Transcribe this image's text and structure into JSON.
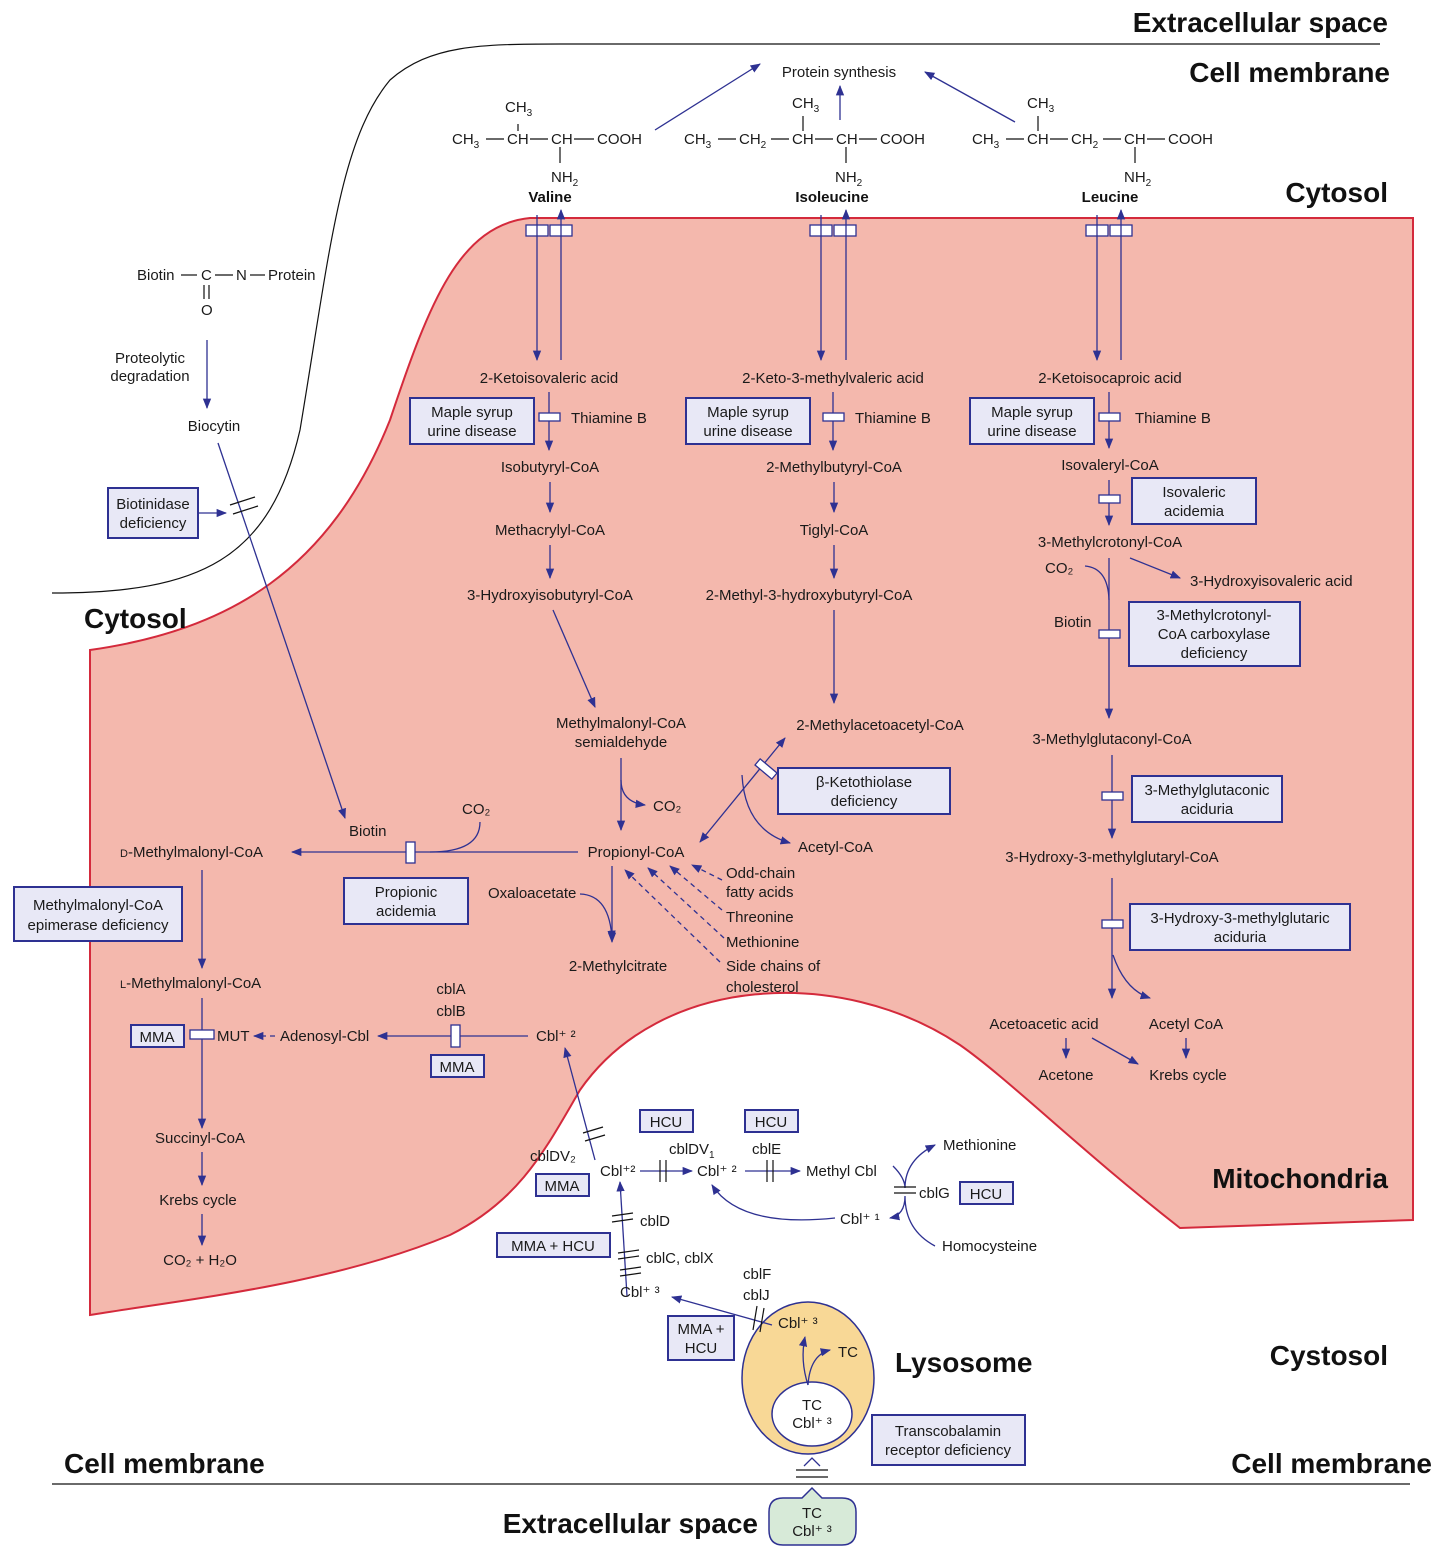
{
  "regions": {
    "extracellular_top": "Extracellular space",
    "cell_membrane_top": "Cell membrane",
    "cytosol_right": "Cytosol",
    "cytosol_left": "Cytosol",
    "mitochondria": "Mitochondria",
    "cystosol": "Cystosol",
    "lysosome": "Lysosome",
    "cell_membrane_left": "Cell membrane",
    "cell_membrane_right": "Cell membrane",
    "extracellular_bottom": "Extracellular space"
  },
  "amino_acids": {
    "protein_synthesis": "Protein synthesis",
    "valine": "Valine",
    "isoleucine": "Isoleucine",
    "leucine": "Leucine"
  },
  "biotin_path": {
    "biotin": "Biotin",
    "c": "C",
    "n": "N",
    "protein": "Protein",
    "o": "O",
    "proteolytic": [
      "Proteolytic",
      "degradation"
    ],
    "biocytin": "Biocytin",
    "biotinidase": [
      "Biotinidase",
      "deficiency"
    ]
  },
  "valine_path": {
    "keto": "2-Ketoisovaleric acid",
    "thiamine": "Thiamine B",
    "msud": [
      "Maple syrup",
      "urine disease"
    ],
    "isobutyryl": "Isobutyryl-CoA",
    "methacrylyl": "Methacrylyl-CoA",
    "hydroxyisobutyryl": "3-Hydroxyisobutyryl-CoA",
    "semialdehyde": [
      "Methylmalonyl-CoA",
      "semialdehyde"
    ]
  },
  "isoleucine_path": {
    "keto": "2-Keto-3-methylvaleric acid",
    "thiamine": "Thiamine B",
    "msud": [
      "Maple syrup",
      "urine disease"
    ],
    "methylbutyryl": "2-Methylbutyryl-CoA",
    "tiglyl": "Tiglyl-CoA",
    "hydroxybutyryl": "2-Methyl-3-hydroxybutyryl-CoA",
    "acetoacetyl": "2-Methylacetoacetyl-CoA",
    "ketothiolase": [
      "β-Ketothiolase",
      "deficiency"
    ],
    "acetyl": "Acetyl-CoA"
  },
  "leucine_path": {
    "keto": "2-Ketoisocaproic acid",
    "thiamine": "Thiamine B",
    "msud": [
      "Maple syrup",
      "urine disease"
    ],
    "isovaleryl": "Isovaleryl-CoA",
    "isovaleric": [
      "Isovaleric",
      "acidemia"
    ],
    "methylcrotonyl": "3-Methylcrotonyl-CoA",
    "co2": "CO₂",
    "hydroxyisovaleric": "3-Hydroxyisovaleric acid",
    "biotin": "Biotin",
    "mcc": [
      "3-Methylcrotonyl-",
      "CoA carboxylase",
      "deficiency"
    ],
    "methylglutaconyl": "3-Methylglutaconyl-CoA",
    "mga": [
      "3-Methylglutaconic",
      "aciduria"
    ],
    "hmg": "3-Hydroxy-3-methylglutaryl-CoA",
    "hmga": [
      "3-Hydroxy-3-methylglutaric",
      "aciduria"
    ],
    "acetoacetic": "Acetoacetic acid",
    "acetyl_coa": "Acetyl CoA",
    "acetone": "Acetone",
    "krebs": "Krebs cycle"
  },
  "propionyl_path": {
    "co2_semi": "CO₂",
    "co2_biotin": "CO₂",
    "biotin": "Biotin",
    "propionyl": "Propionyl-CoA",
    "d_mmc": "D-Methylmalonyl-CoA",
    "propionic": [
      "Propionic",
      "acidemia"
    ],
    "oxaloacetate": "Oxaloacetate",
    "methylcitrate": "2-Methylcitrate",
    "sources": [
      "Odd-chain",
      "fatty acids",
      "Threonine",
      "Methionine",
      "Side chains of",
      "cholesterol"
    ],
    "epimerase": [
      "Methylmalonyl-CoA",
      "epimerase deficiency"
    ],
    "l_mmc": "L-Methylmalonyl-CoA",
    "mma": "MMA",
    "mut": "MUT",
    "adenosyl": "Adenosyl-Cbl",
    "cbla": "cblA",
    "cblb": "cblB",
    "mma2": "MMA",
    "cbl2": "Cbl⁺ ²",
    "succinyl": "Succinyl-CoA",
    "krebs": "Krebs cycle",
    "co2_h2o": "CO₂ +  H₂O"
  },
  "cobalamin": {
    "hcu1": "HCU",
    "hcu2": "HCU",
    "cbldv2": "cblDV₂",
    "cbldv1": "cblDV₁",
    "cble": "cblE",
    "cbl2a": "Cbl⁺²",
    "cbl2b": "Cbl⁺ ²",
    "methyl_cbl": "Methyl Cbl",
    "methionine": "Methionine",
    "cblg": "cblG",
    "hcu3": "HCU",
    "cbl1": "Cbl⁺ ¹",
    "homocysteine": "Homocysteine",
    "mma": "MMA",
    "cbld": "cblD",
    "mma_hcu": "MMA +  HCU",
    "cblc": "cblC, cblX",
    "cbl3": "Cbl⁺ ³",
    "cblf": "cblF",
    "cblj": "cblJ",
    "mma_hcu2": [
      "MMA +",
      "HCU"
    ],
    "cbl3_lyso": "Cbl⁺ ³",
    "tc": "TC",
    "tc_cbl": [
      "TC",
      "Cbl⁺ ³"
    ],
    "tcr_def": [
      "Transcobalamin",
      "receptor deficiency"
    ],
    "tc_ext": [
      "TC",
      "Cbl⁺ ³"
    ]
  }
}
